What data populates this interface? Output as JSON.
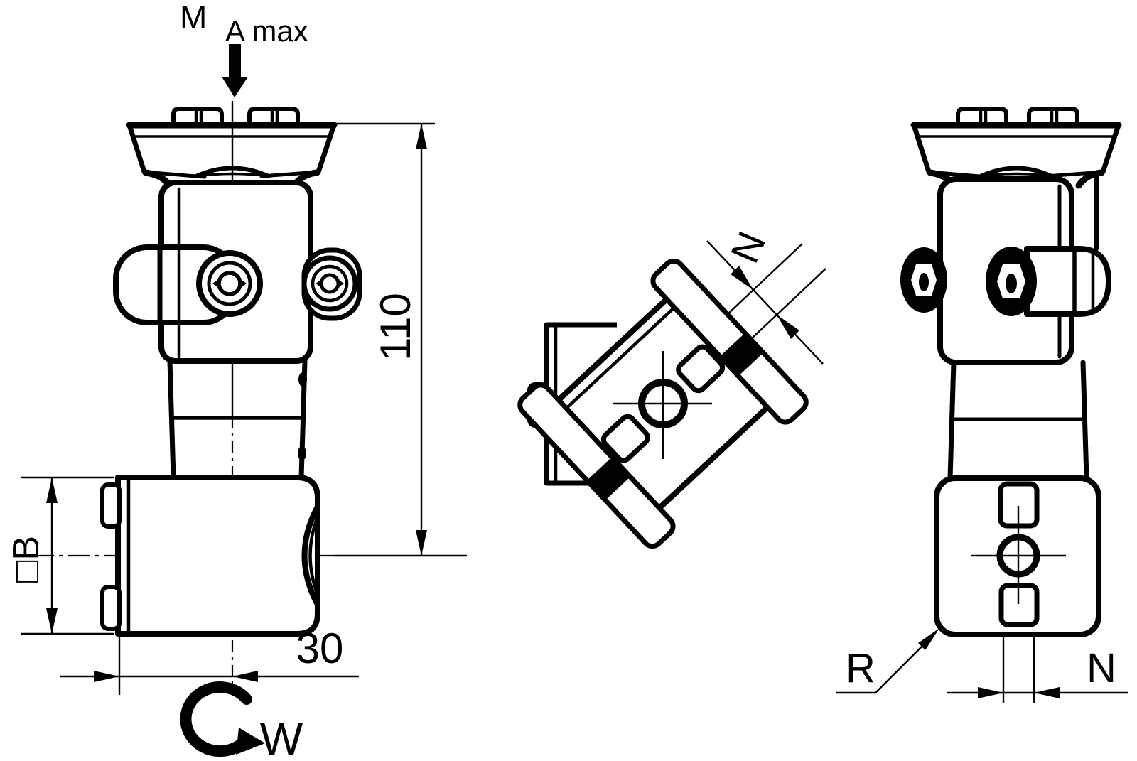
{
  "front_view": {
    "torque_label": "M",
    "torque_subscript": "A max",
    "height_dim": "110",
    "offset_dim": "30",
    "block_dim": "□B",
    "rotation_label": "W"
  },
  "rotated_view": {
    "thickness_dim": "N"
  },
  "side_view": {
    "radius_label": "R",
    "slot_dim": "N"
  },
  "colors": {
    "line": "#000000",
    "background": "#ffffff"
  }
}
